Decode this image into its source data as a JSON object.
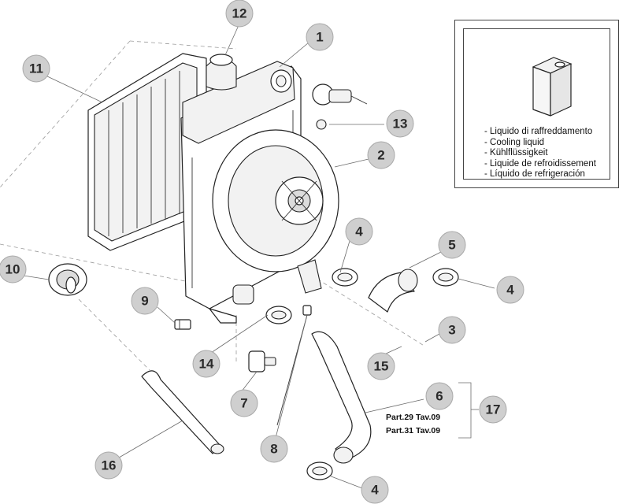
{
  "callouts": [
    "1",
    "2",
    "3",
    "4",
    "4",
    "4",
    "5",
    "6",
    "7",
    "8",
    "9",
    "10",
    "11",
    "12",
    "13",
    "14",
    "15",
    "16",
    "17"
  ],
  "references": [
    "Part.29 Tav.09",
    "Part.31 Tav.09"
  ],
  "legend": {
    "icon": "coolant-container-icon",
    "items": [
      "Liquido di raffreddamento",
      "Cooling liquid",
      "Kühlflüssigkeit",
      "Liquide de refroidissement",
      "Líquido de refrigeración"
    ]
  }
}
